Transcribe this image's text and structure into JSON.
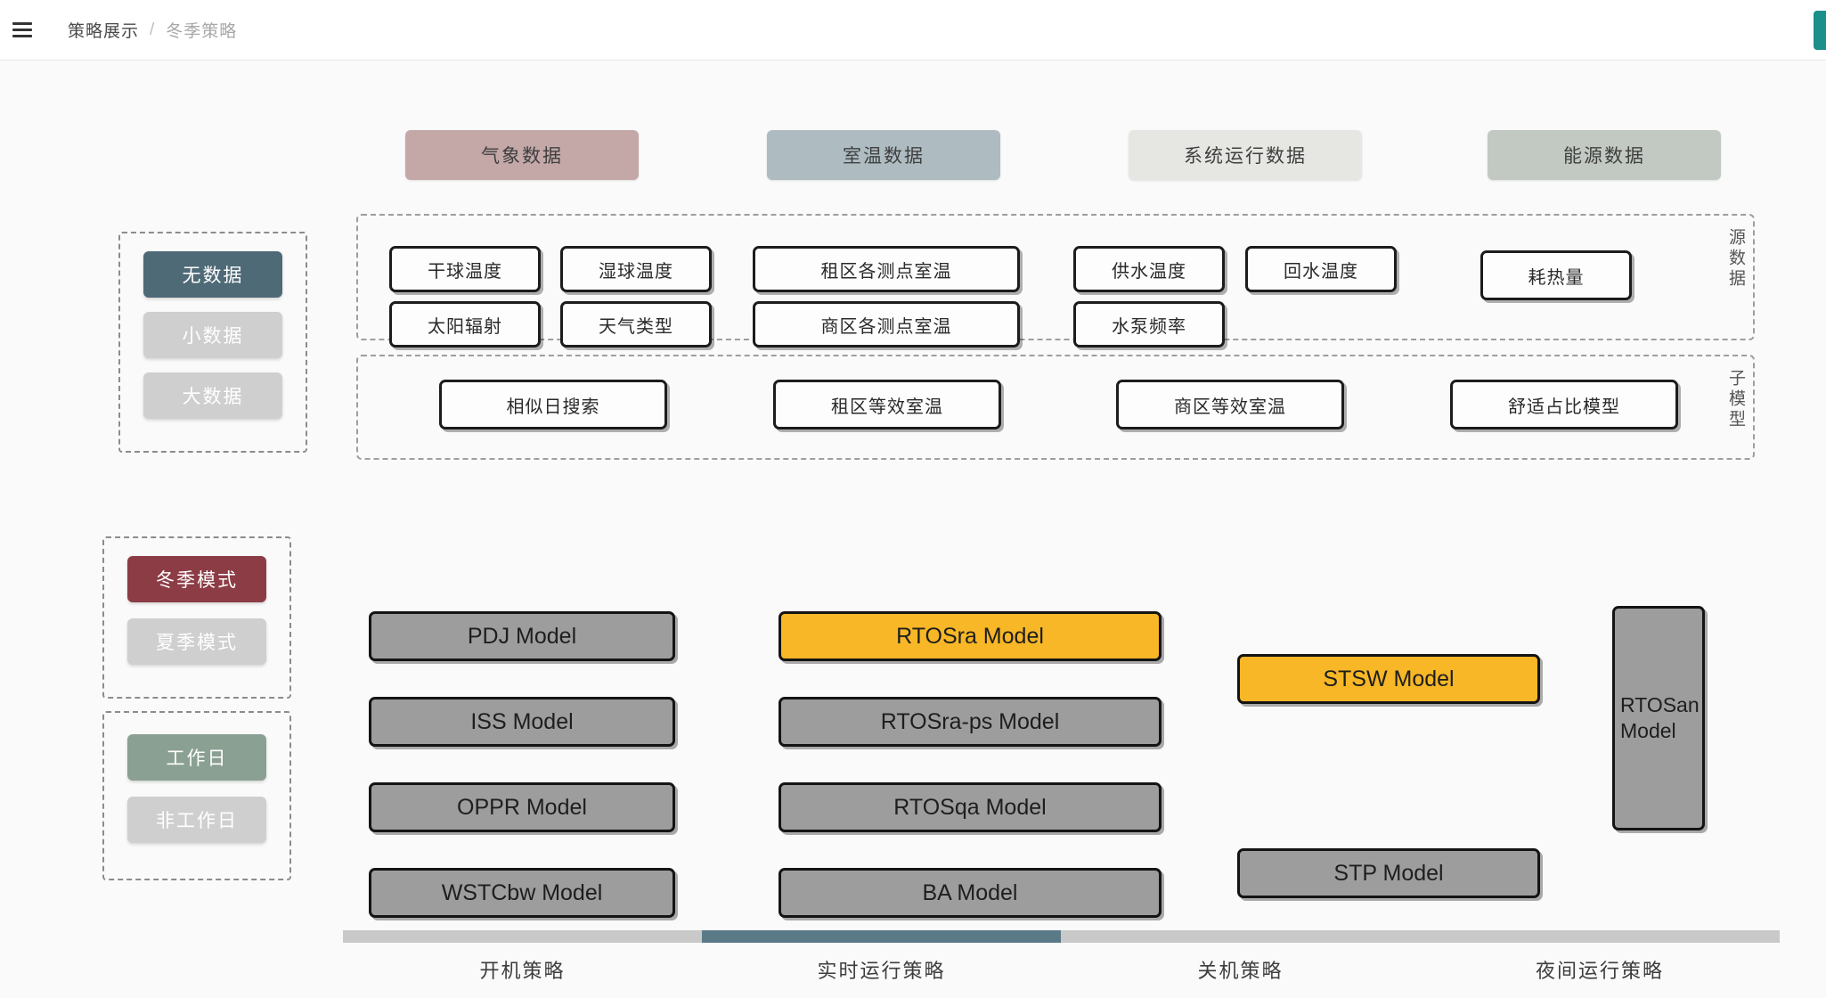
{
  "topbar": {
    "fold_icon": "menu-fold-icon",
    "breadcrumb_root": "策略展示",
    "breadcrumb_sep": "/",
    "breadcrumb_current": "冬季策略"
  },
  "categories": [
    {
      "label": "气象数据",
      "color": "#c4a8a8"
    },
    {
      "label": "室温数据",
      "color": "#aebcc2"
    },
    {
      "label": "系统运行数据",
      "color": "#e6e6e3"
    },
    {
      "label": "能源数据",
      "color": "#c2c9c2"
    }
  ],
  "data_selector": {
    "items": [
      {
        "label": "无数据",
        "selected": true,
        "color": "#4f6a77"
      },
      {
        "label": "小数据",
        "selected": false,
        "color": "#cfcfcf"
      },
      {
        "label": "大数据",
        "selected": false,
        "color": "#cfcfcf"
      }
    ]
  },
  "season_selector": {
    "items": [
      {
        "label": "冬季模式",
        "selected": true,
        "color": "#8c3c45"
      },
      {
        "label": "夏季模式",
        "selected": false,
        "color": "#cfcfcf"
      }
    ]
  },
  "day_selector": {
    "items": [
      {
        "label": "工作日",
        "selected": true,
        "color": "#8aa092"
      },
      {
        "label": "非工作日",
        "selected": false,
        "color": "#cfcfcf"
      }
    ]
  },
  "source_data": {
    "vertical_label": "源数据",
    "chips": [
      "干球温度",
      "湿球温度",
      "租区各测点室温",
      "供水温度",
      "回水温度",
      "耗热量",
      "太阳辐射",
      "天气类型",
      "商区各测点室温",
      "水泵频率"
    ]
  },
  "sub_models": {
    "vertical_label": "子模型",
    "chips": [
      "相似日搜索",
      "租区等效室温",
      "商区等效室温",
      "舒适占比模型"
    ]
  },
  "models": {
    "column1": [
      "PDJ Model",
      "ISS Model",
      "OPPR Model",
      "WSTCbw Model"
    ],
    "column2": [
      "RTOSra Model",
      "RTOSra-ps Model",
      "RTOSqa Model",
      "BA Model"
    ],
    "column3": [
      "STSW Model",
      "STP Model"
    ],
    "column4_line1": "RTOSan",
    "column4_line2": "Model",
    "highlighted": [
      "RTOSra Model",
      "STSW Model"
    ],
    "highlight_color": "#f7b726",
    "default_color": "#9d9d9d"
  },
  "stage_bar": {
    "active_color": "#5b7a88",
    "inactive_color": "#c9c9c9",
    "stages": [
      {
        "label": "开机策略",
        "active": false
      },
      {
        "label": "实时运行策略",
        "active": true
      },
      {
        "label": "关机策略",
        "active": false
      },
      {
        "label": "夜间运行策略",
        "active": false
      }
    ]
  }
}
